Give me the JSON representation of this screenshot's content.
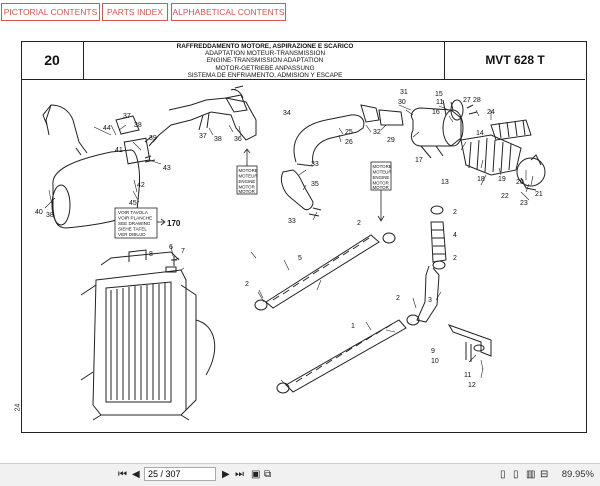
{
  "nav": {
    "pictorial": "PICTORIAL CONTENTS",
    "parts_index": "PARTS INDEX",
    "alphabetical": "ALPHABETICAL CONTENTS"
  },
  "header": {
    "page_number": "20",
    "model": "MVT 628 T",
    "titles": [
      "RAFFREDDAMENTO MOTORE, ASPIRAZIONE E SCARICO",
      "ADAPTATION MOTEUR-TRANSMISSION",
      "ENGINE-TRANSMISSION ADAPTATION",
      "MOTOR-GETRIEBE ANPASSUNG",
      "SISTEMA DE ENFRIAMENTO, ADMISION Y ESCAPE"
    ]
  },
  "drawing": {
    "callouts": [
      "37",
      "38",
      "44",
      "39",
      "41",
      "43",
      "42",
      "45",
      "40",
      "38",
      "36",
      "37",
      "38",
      "34",
      "33",
      "35",
      "33",
      "26",
      "25",
      "32",
      "30",
      "31",
      "29",
      "15",
      "11",
      "27",
      "28",
      "16",
      "24",
      "14",
      "17",
      "13",
      "18",
      "19",
      "20",
      "21",
      "22",
      "23",
      "2",
      "4",
      "2",
      "5",
      "2",
      "3",
      "2",
      "1",
      "6",
      "7",
      "8",
      "2",
      "10",
      "9",
      "11",
      "12"
    ],
    "ref_box_lines": [
      "VOIR TAVOLA",
      "VOIR PLANCHE",
      "SEE DRAWING",
      "SIEHE TAFEL",
      "VER DIBUJO"
    ],
    "ref_number": "170",
    "motor_box_1": [
      "MOTORE",
      "MOTEUR",
      "ENGINE",
      "MOTOR",
      "MOTOR"
    ],
    "motor_box_2": [
      "MOTORE",
      "MOTEUR",
      "ENGINE",
      "MOTOR",
      "MOTOR"
    ],
    "side_mark": "24"
  },
  "viewer": {
    "page_field": "25 / 307",
    "zoom": "89.95%",
    "icons": [
      "first-page-icon",
      "prev-page-icon",
      "next-page-icon",
      "last-page-icon",
      "fit-page-icon",
      "fit-width-icon",
      "single-page-icon",
      "two-page-icon",
      "continuous-icon",
      "zoom-icon"
    ]
  }
}
